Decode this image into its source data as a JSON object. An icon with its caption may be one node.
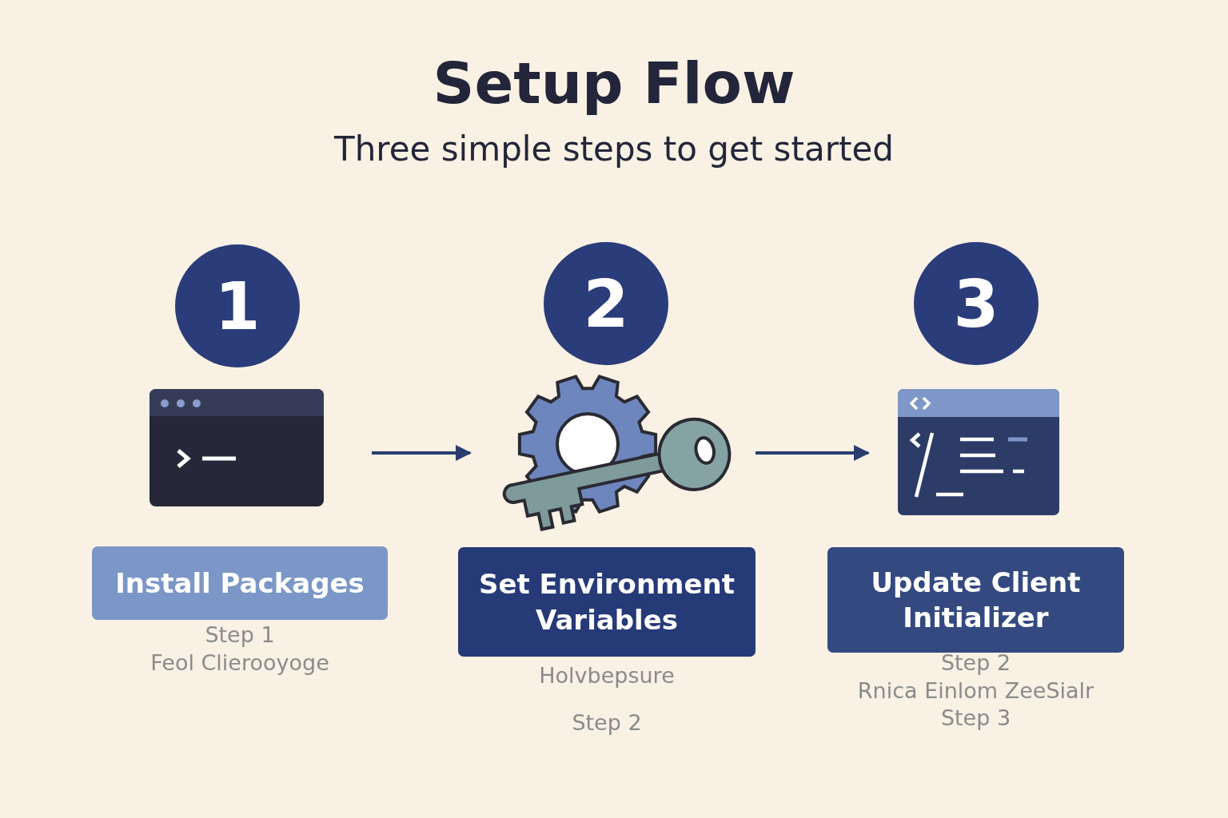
{
  "diagram": {
    "title": "Setup Flow",
    "nodes": [
      {
        "text": [
          "1"
        ]
      },
      {
        "text": [
          "2"
        ]
      },
      {
        "text": [
          "3"
        ]
      },
      {
        "text": [],
        "shape": "picture"
      },
      {
        "text": [],
        "shape": "picture"
      },
      {
        "text": [],
        "shape": "picture"
      },
      {
        "text": [
          "Install Packages"
        ],
        "beside": [
          "Step 1",
          "Feol Clierooyoge"
        ]
      },
      {
        "text": [
          "Set Environment Variables"
        ],
        "beside": [
          "Holvbepsure",
          "Step 2"
        ]
      },
      {
        "text": [
          "Update Client Initializer"
        ],
        "beside": [
          "Step 2",
          "Rnica Einlom ZeeSialr",
          "Step 3"
        ]
      }
    ],
    "edges": [
      {
        "from": 3,
        "to": 4,
        "arrow": "to"
      },
      {
        "from": 4,
        "to": 5,
        "arrow": "to"
      }
    ],
    "labels": [
      "Three simple steps to get started"
    ]
  }
}
